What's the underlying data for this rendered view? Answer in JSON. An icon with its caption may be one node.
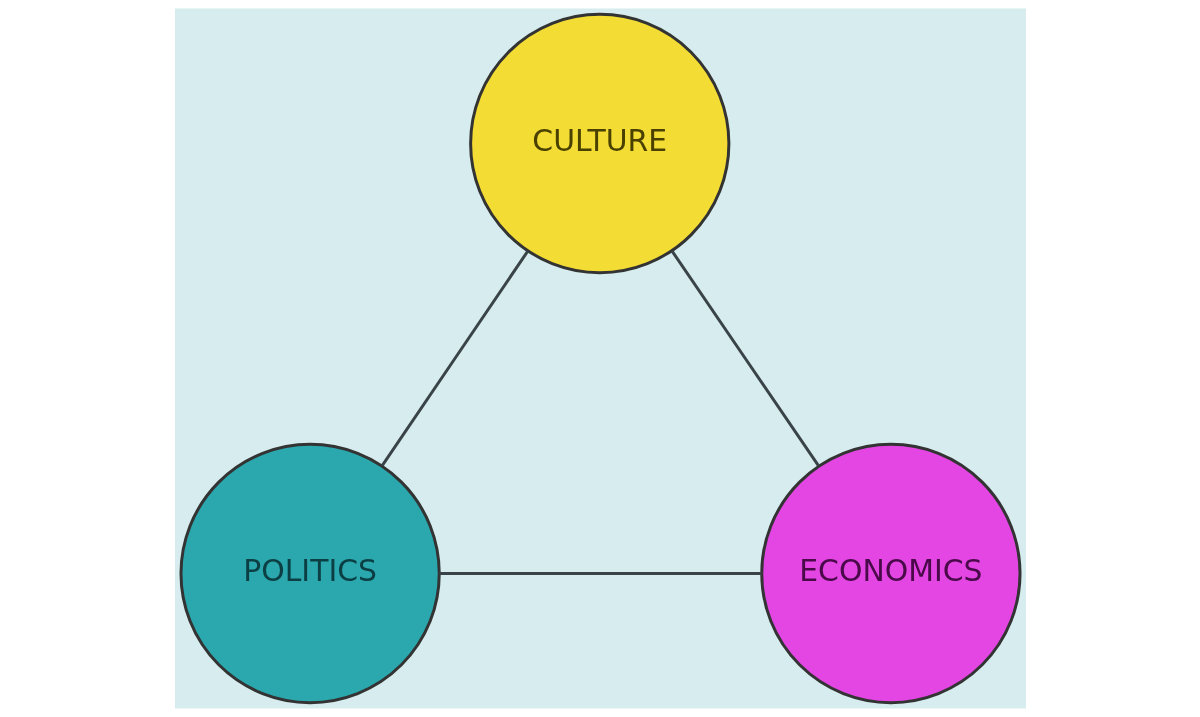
{
  "diagram": {
    "nodes": [
      {
        "text": [
          "CULTURE"
        ]
      },
      {
        "text": [
          "POLITICS"
        ]
      },
      {
        "text": [
          "ECONOMICS"
        ]
      }
    ],
    "edges": [
      {
        "from": 0,
        "to": 1,
        "arrow": "none"
      },
      {
        "from": 0,
        "to": 2,
        "arrow": "none"
      },
      {
        "from": 1,
        "to": 2,
        "arrow": "none"
      }
    ]
  }
}
